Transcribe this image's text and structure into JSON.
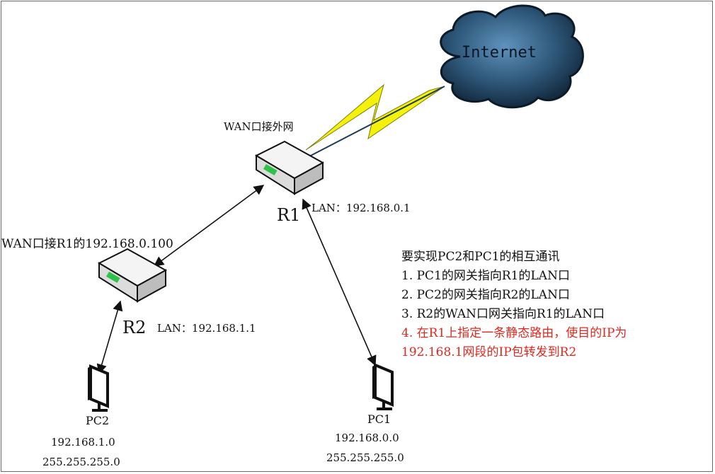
{
  "cloud": {
    "label": "Internet"
  },
  "r1": {
    "name": "R1",
    "wan_label": "WAN口接外网",
    "lan_label": "LAN：192.168.0.1"
  },
  "r2": {
    "name": "R2",
    "wan_label": "WAN口接R1的192.168.0.100",
    "lan_label": "LAN：192.168.1.1"
  },
  "pc2": {
    "name": "PC2",
    "ip": "192.168.1.0",
    "mask": "255.255.255.0"
  },
  "pc1": {
    "name": "PC1",
    "ip": "192.168.0.0",
    "mask": "255.255.255.0"
  },
  "notes": {
    "title": "要实现PC2和PC1的相互通讯",
    "items": [
      "1. PC1的网关指向R1的LAN口",
      "2. PC2的网关指向R2的LAN口",
      "3. R2的WAN口网关指向R1的LAN口",
      "4. 在R1上指定一条静态路由，使目的IP为",
      "192.168.1网段的IP包转发到R2"
    ],
    "highlight_color": "#e0281f"
  },
  "colors": {
    "lightning": "#f4f20a",
    "cloud_dark": "#1a3550",
    "cloud_light": "#4d7ea6"
  },
  "icons": [
    "router-icon",
    "computer-icon",
    "cloud-icon",
    "lightning-icon"
  ]
}
